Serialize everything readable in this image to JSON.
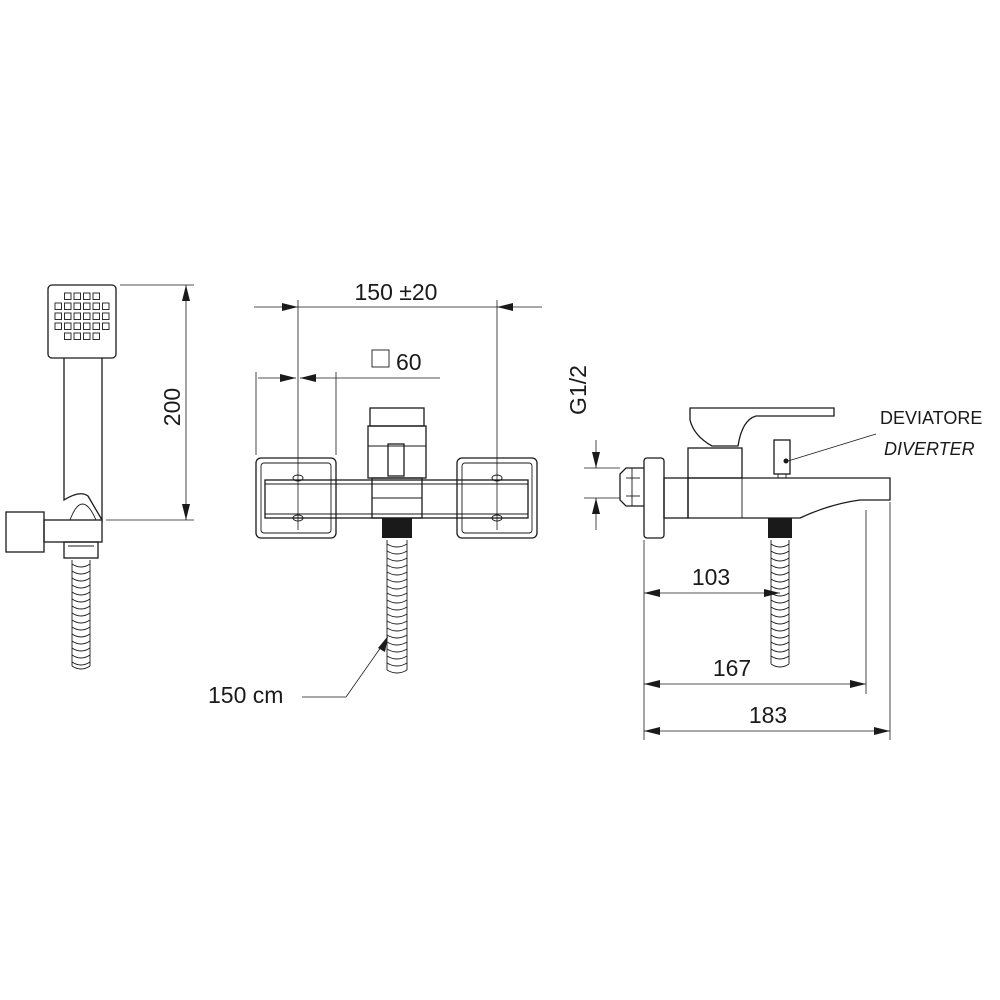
{
  "dimensions": {
    "handshower_height": "200",
    "center_distance": "150 ±20",
    "square_size": "60",
    "hose_length": "150 cm",
    "thread": "G1/2",
    "depth_1": "103",
    "depth_2": "167",
    "depth_3": "183"
  },
  "labels": {
    "diverter_it": "DEVIATORE",
    "diverter_en": "DIVERTER"
  },
  "icons": {
    "square_symbol": "square-icon"
  }
}
